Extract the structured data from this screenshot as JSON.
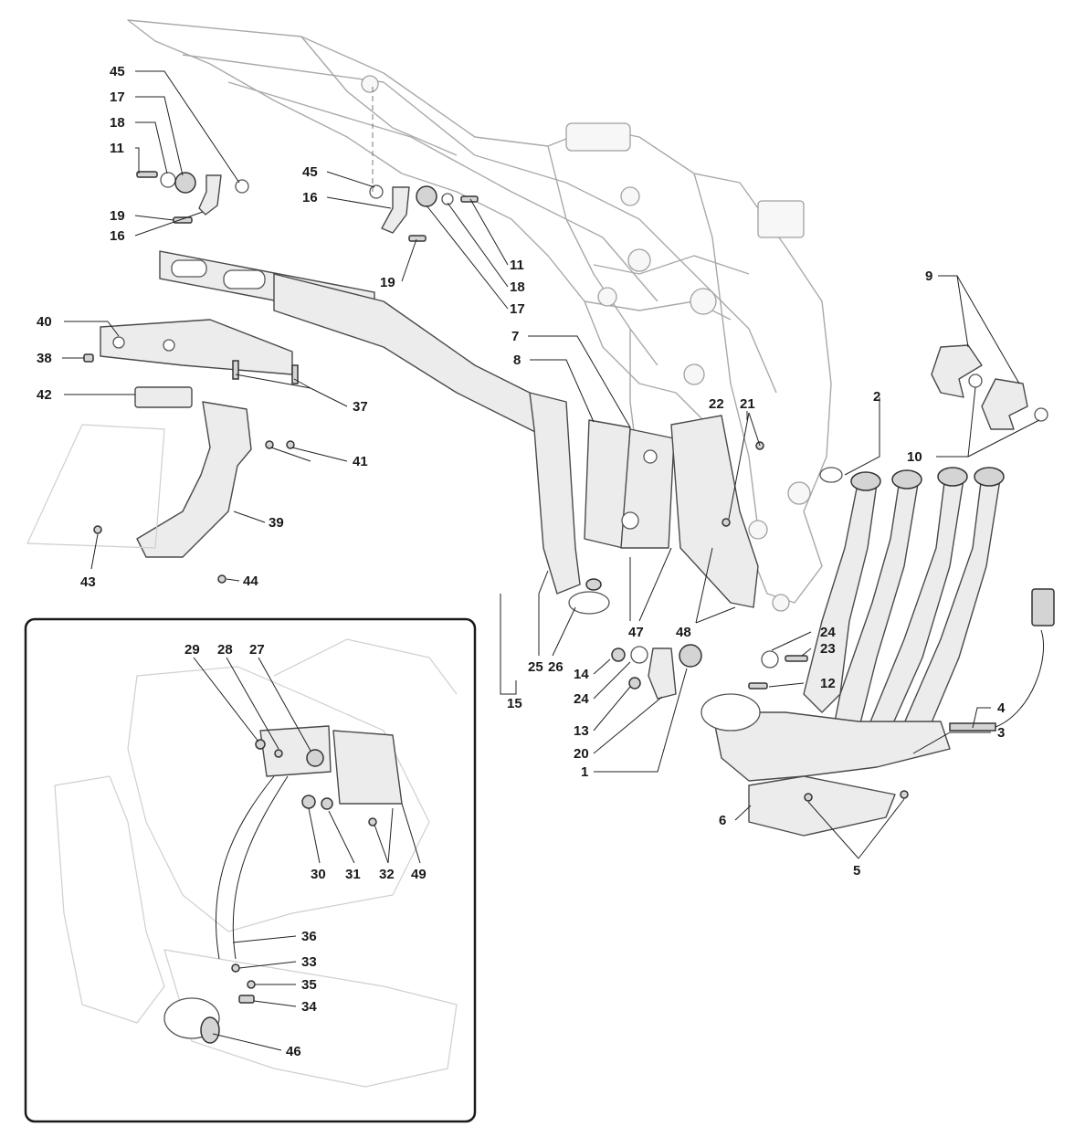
{
  "diagram": {
    "callouts": {
      "c45a": "45",
      "c17a": "17",
      "c18a": "18",
      "c11a": "11",
      "c19a": "19",
      "c16a": "16",
      "c45b": "45",
      "c16b": "16",
      "c11b": "11",
      "c18b": "18",
      "c19b": "19",
      "c17b": "17",
      "c40": "40",
      "c38": "38",
      "c37": "37",
      "c42": "42",
      "c41": "41",
      "c39": "39",
      "c43": "43",
      "c44": "44",
      "c7": "7",
      "c8": "8",
      "c22": "22",
      "c21": "21",
      "c2": "2",
      "c9": "9",
      "c10": "10",
      "c47": "47",
      "c48": "48",
      "c25": "25",
      "c26": "26",
      "c15": "15",
      "c14": "14",
      "c24a": "24",
      "c13": "13",
      "c20": "20",
      "c1": "1",
      "c24b": "24",
      "c23": "23",
      "c12": "12",
      "c4": "4",
      "c3": "3",
      "c6": "6",
      "c5": "5",
      "c29": "29",
      "c28": "28",
      "c27": "27",
      "c30": "30",
      "c31": "31",
      "c32": "32",
      "c49": "49",
      "c36": "36",
      "c33": "33",
      "c35": "35",
      "c34": "34",
      "c46": "46"
    }
  }
}
